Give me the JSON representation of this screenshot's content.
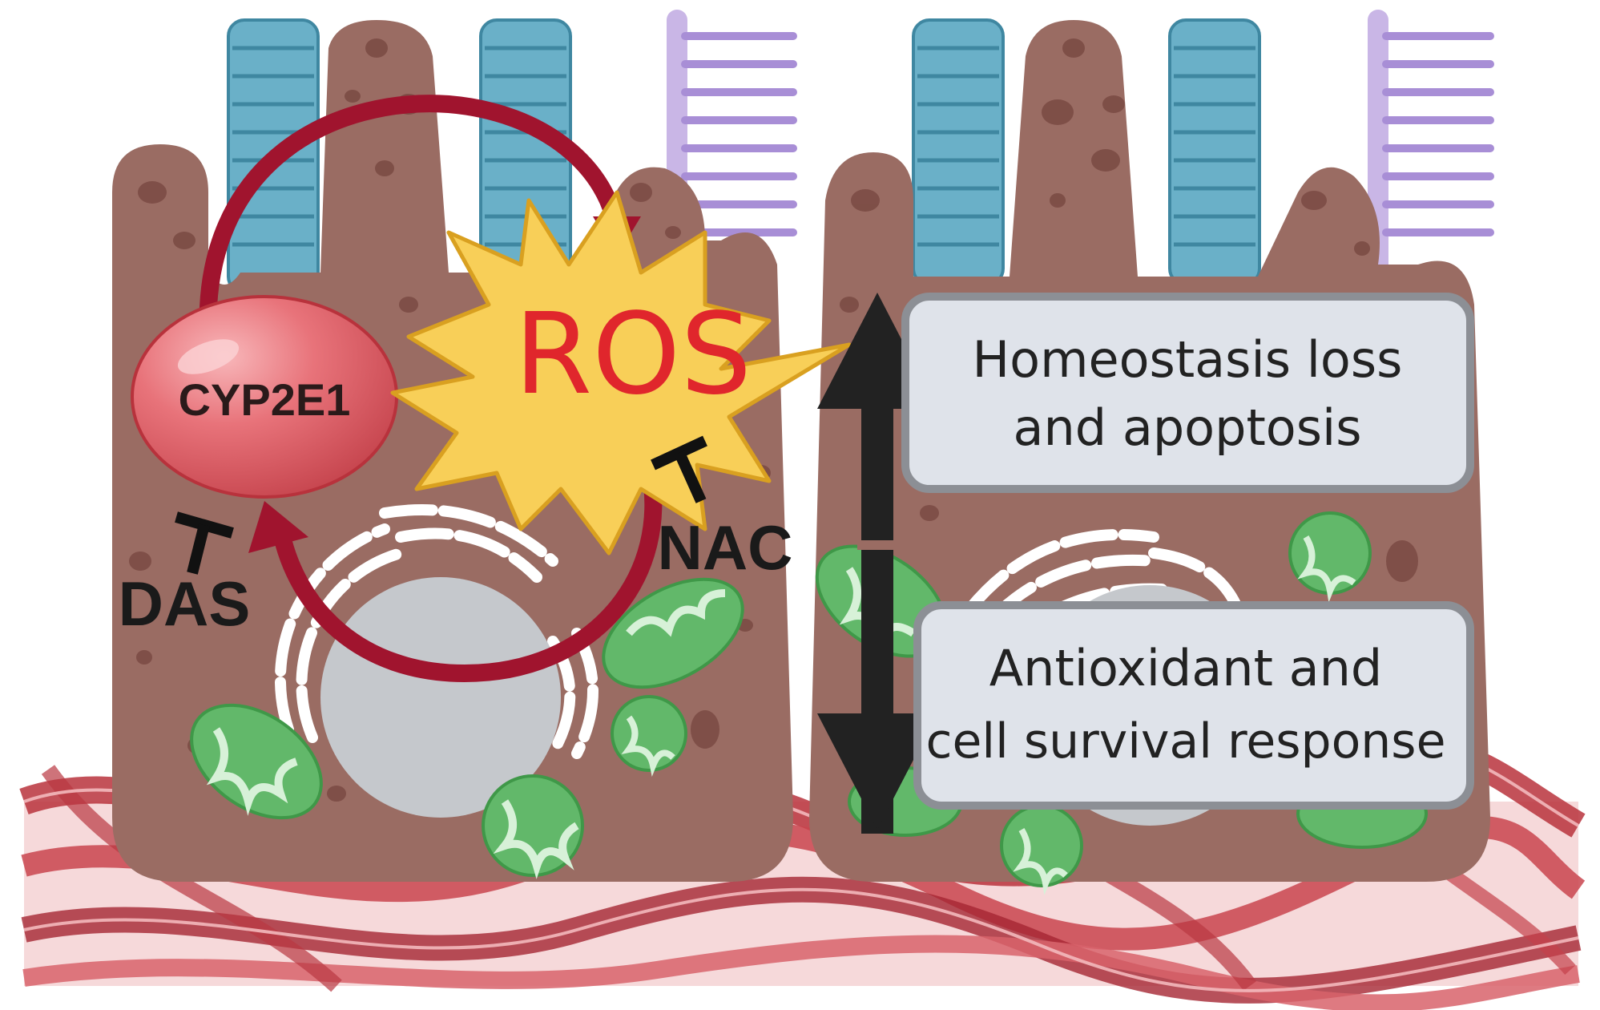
{
  "diagram": {
    "enzyme": {
      "label": "CYP2E1"
    },
    "ros": {
      "label": "ROS"
    },
    "inhibitors": [
      {
        "label": "DAS"
      },
      {
        "label": "NAC"
      }
    ],
    "outcomes": [
      {
        "line1": "Homeostasis loss",
        "line2": "and apoptosis"
      },
      {
        "line1": "Antioxidant and",
        "line2": "cell survival response"
      }
    ],
    "colors": {
      "cell": "#9a6c63",
      "cell_dots": "#7a4a43",
      "cilia": "#6ab0c8",
      "microvilli": "#c9b6e6",
      "cycle_arrow": "#a0142e",
      "ros_burst": "#f8cf58",
      "ros_text": "#e0262c",
      "enzyme": "#e8737a",
      "mitochondria": "#62b86a",
      "nucleus": "#c5c8cc",
      "outcome_box": "#dfe3ea",
      "double_arrow": "#222222",
      "fibers": "#b8323c"
    }
  }
}
